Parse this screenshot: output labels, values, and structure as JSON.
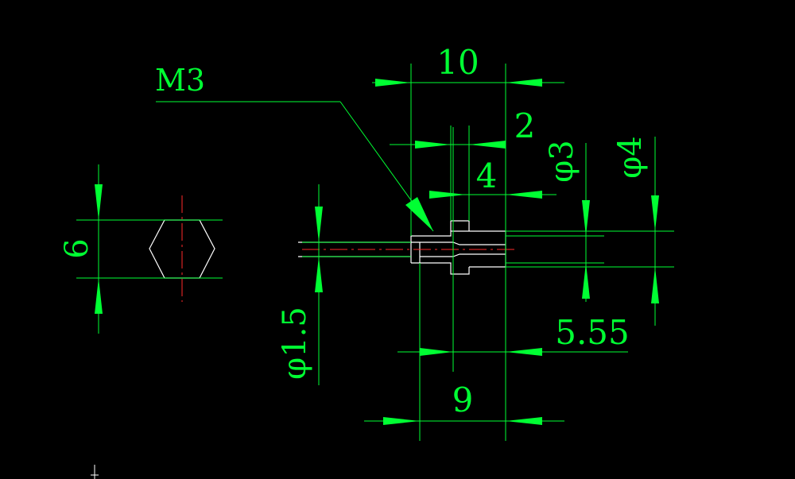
{
  "labels": {
    "thread": "M3",
    "total_length": "10",
    "thread_length": "2",
    "hex_length": "4",
    "dia_3": "φ3",
    "dia_4": "φ4",
    "hex_across_flats": "6",
    "bore_dia": "φ1.5",
    "length_5_55": "5.55",
    "length_9": "9"
  },
  "colors": {
    "background": "#000000",
    "dimension": "#00ff33",
    "outline": "#ffffff",
    "centerline": "#ff2a2a"
  }
}
